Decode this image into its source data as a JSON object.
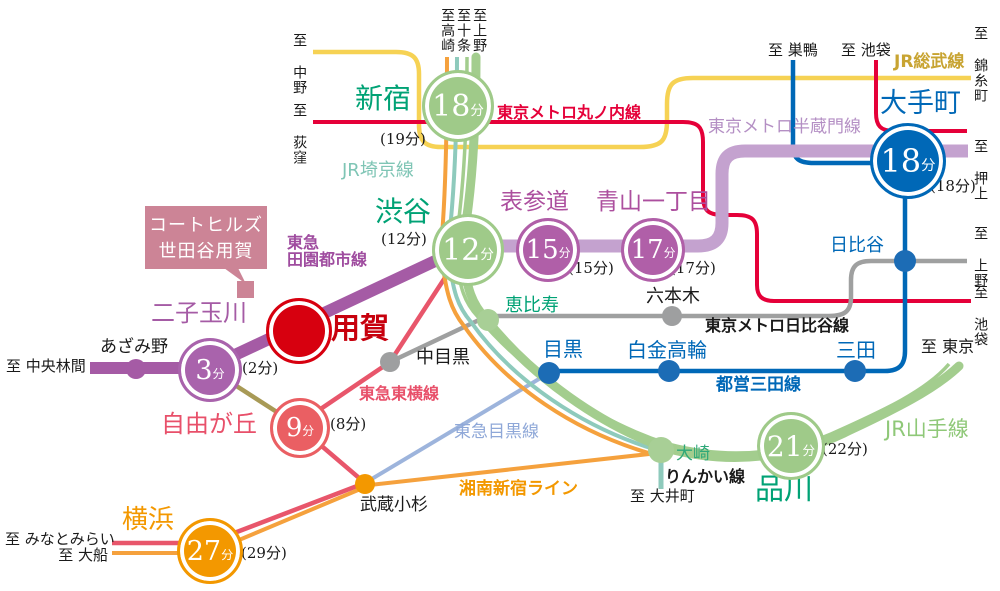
{
  "property": {
    "line1": "コートヒルズ",
    "line2": "世田谷用賀"
  },
  "palette": {
    "yamanote_green": "#a3cd8e",
    "saikyo_teal": "#8ecabc",
    "shonan_orange": "#f5a13d",
    "sobu_yellow": "#f6d254",
    "marunouchi_red": "#e50039",
    "hanzomon_lavender": "#c4a2cf",
    "denentoshi_purple": "#a55ba5",
    "toyoko_pink": "#e8566b",
    "meguro_lightblue": "#9db4dc",
    "mita_blue": "#0068b7",
    "hibiya_gray": "#9fa0a0",
    "oimachi_olive": "#a89a56",
    "station_green": "#00a275",
    "station_blue": "#0068b7",
    "station_magenta": "#ac4f9e",
    "yoga_red": "#d7000f",
    "property_pink": "#cc8496"
  },
  "lines": {
    "marunouchi": {
      "label": "東京メトロ丸ノ内線"
    },
    "sobu": {
      "label": "JR総武線"
    },
    "hanzomon": {
      "label": "東京メトロ半蔵門線"
    },
    "saikyo": {
      "label": "JR埼京線"
    },
    "yamanote": {
      "label": "JR山手線"
    },
    "denentoshi": {
      "label1": "東急",
      "label2": "田園都市線"
    },
    "toyoko": {
      "label": "東急東横線"
    },
    "meguro": {
      "label": "東急目黒線"
    },
    "shonan": {
      "label": "湘南新宿ライン"
    },
    "mita": {
      "label": "都営三田線"
    },
    "hibiya": {
      "label": "東京メトロ日比谷線"
    },
    "rinkai": {
      "label": "りんかい線"
    }
  },
  "stations": {
    "shinjuku": {
      "name": "新宿",
      "time": "18",
      "unit": "分",
      "paren": "(19分)"
    },
    "shibuya": {
      "name": "渋谷",
      "time": "12",
      "unit": "分",
      "paren": "(12分)"
    },
    "omotesando": {
      "name": "表参道",
      "time": "15",
      "unit": "分",
      "paren": "(15分)"
    },
    "aoyama": {
      "name": "青山一丁目",
      "time": "17",
      "unit": "分",
      "paren": "(17分)"
    },
    "otemachi": {
      "name": "大手町",
      "time": "18",
      "unit": "分",
      "paren": "(18分)"
    },
    "futako": {
      "name": "二子玉川",
      "time": "3",
      "unit": "分",
      "paren": "(2分)"
    },
    "yoga": {
      "name": "用賀"
    },
    "jiyugaoka": {
      "name": "自由が丘",
      "time": "9",
      "unit": "分",
      "paren": "(8分)"
    },
    "yokohama": {
      "name": "横浜",
      "time": "27",
      "unit": "分",
      "paren": "(29分)"
    },
    "shinagawa": {
      "name": "品川",
      "time": "21",
      "unit": "分",
      "paren": "(22分)"
    },
    "azamino": {
      "name": "あざみ野"
    },
    "nakameguro": {
      "name": "中目黒"
    },
    "ebisu": {
      "name": "恵比寿"
    },
    "roppongi": {
      "name": "六本木"
    },
    "meguro": {
      "name": "目黒"
    },
    "shirokane": {
      "name": "白金高輪"
    },
    "mita": {
      "name": "三田"
    },
    "hibiya": {
      "name": "日比谷"
    },
    "musashikosugi": {
      "name": "武蔵小杉"
    },
    "osaki": {
      "name": "大崎"
    }
  },
  "destinations": {
    "nakano": "至 中野",
    "ogikubo": "至 荻窪",
    "takasaki": "至高崎",
    "jujo": "至十条",
    "ueno_top": "至上野",
    "sugamo": "至 巣鴨",
    "ikebukuro_top": "至 池袋",
    "kinshicho": "至 錦糸町",
    "oshiage": "至 押上",
    "ueno_right": "至 上野",
    "ikebukuro_right": "至 池袋",
    "tokyo": "至 東京",
    "chuorinkan": "至 中央林間",
    "minatomirai": "至 みなとみらい",
    "ofuna": "至 大船",
    "oimachi": "至 大井町"
  }
}
